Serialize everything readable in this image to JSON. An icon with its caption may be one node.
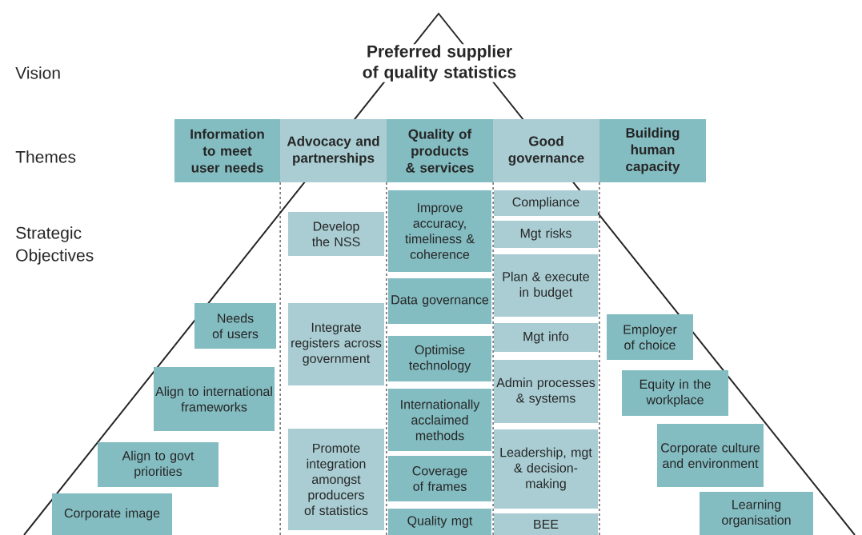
{
  "diagram": {
    "nodes": [
      {
        "text": [
          "Information to meet user needs"
        ]
      },
      {
        "text": [
          "Advocacy and partnerships"
        ]
      },
      {
        "text": [
          "Quality of products & services"
        ]
      },
      {
        "text": [
          "Good governance"
        ]
      },
      {
        "text": [
          "Building human capacity"
        ]
      },
      {
        "text": [
          "Needs of users"
        ]
      },
      {
        "text": [
          "Align to international frameworks"
        ]
      },
      {
        "text": [
          "Align to govt priorities"
        ]
      },
      {
        "text": [
          "Corporate image"
        ]
      },
      {
        "text": [
          "Develop the NSS"
        ]
      },
      {
        "text": [
          "Integrate registers across government"
        ]
      },
      {
        "text": [
          "Promote integration amongst producers of statistics"
        ]
      },
      {
        "text": [
          "Improve accuracy, timeliness & coherence"
        ]
      },
      {
        "text": [
          "Data governance"
        ]
      },
      {
        "text": [
          "Optimise technology"
        ]
      },
      {
        "text": [
          "Internationally acclaimed methods"
        ]
      },
      {
        "text": [
          "Coverage of frames"
        ]
      },
      {
        "text": [
          "Quality mgt"
        ]
      },
      {
        "text": [
          "Compliance"
        ]
      },
      {
        "text": [
          "Mgt risks"
        ]
      },
      {
        "text": [
          "Plan & execute in budget"
        ]
      },
      {
        "text": [
          "Mgt info"
        ]
      },
      {
        "text": [
          "Admin processes & systems"
        ]
      },
      {
        "text": [
          "Leadership, mgt & decision-making"
        ]
      },
      {
        "text": [
          "BEE"
        ]
      },
      {
        "text": [
          "Employer of choice"
        ]
      },
      {
        "text": [
          "Equity in the workplace"
        ]
      },
      {
        "text": [
          "Corporate culture and environment"
        ]
      },
      {
        "text": [
          "Learning organisation"
        ]
      }
    ],
    "labels": [
      "Preferred supplier of quality statistics",
      "Vision",
      "Themes",
      "Strategic Objectives"
    ]
  }
}
